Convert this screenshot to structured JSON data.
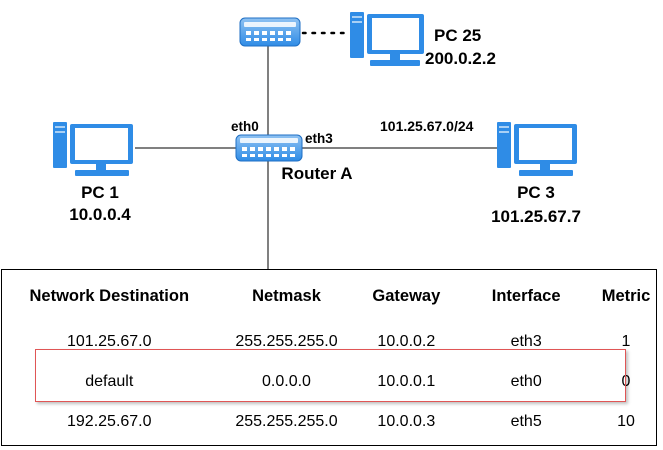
{
  "colors": {
    "device_blue": "#2f8ce6",
    "device_light": "#a9d0f5",
    "highlight_red": "#e05555",
    "line": "#000000"
  },
  "nodes": {
    "pc25": {
      "name": "PC 25",
      "ip": "200.0.2.2",
      "icon": "desktop-computer-icon"
    },
    "pc1": {
      "name": "PC 1",
      "ip": "10.0.0.4",
      "icon": "desktop-computer-icon"
    },
    "pc3": {
      "name": "PC 3",
      "ip": "101.25.67.7",
      "icon": "desktop-computer-icon"
    },
    "router_a": {
      "name": "Router A",
      "icon": "router-icon"
    },
    "upper_router": {
      "icon": "router-icon"
    }
  },
  "links": {
    "eth0_label": "eth0",
    "eth3_label": "eth3",
    "subnet_label": "101.25.67.0/24"
  },
  "routing_table": {
    "headers": {
      "destination": "Network Destination",
      "netmask": "Netmask",
      "gateway": "Gateway",
      "interface": "Interface",
      "metric": "Metric"
    },
    "rows": [
      {
        "destination": "101.25.67.0",
        "netmask": "255.255.255.0",
        "gateway": "10.0.0.2",
        "interface": "eth3",
        "metric": "1"
      },
      {
        "destination": "default",
        "netmask": "0.0.0.0",
        "gateway": "10.0.0.1",
        "interface": "eth0",
        "metric": "0"
      },
      {
        "destination": "192.25.67.0",
        "netmask": "255.255.255.0",
        "gateway": "10.0.0.3",
        "interface": "eth5",
        "metric": "10"
      }
    ],
    "highlighted_row": 1
  }
}
